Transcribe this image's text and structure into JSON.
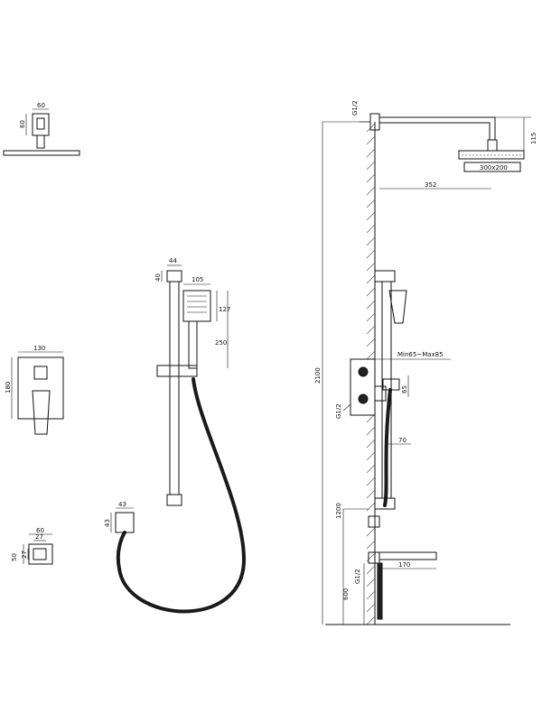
{
  "shower_head_view": {
    "width_label": "60",
    "height_label": "60"
  },
  "slide_bar_view": {
    "top_width_label": "44",
    "top_height_label": "40",
    "handshower_width_label": "105",
    "handshower_head_height_label": "127",
    "handshower_total_height_label": "250"
  },
  "valve_view": {
    "width_label": "130",
    "height_label": "180"
  },
  "outlet_view": {
    "width_label": "43",
    "height_label": "43"
  },
  "spout_view": {
    "outer_width_label": "60",
    "inner_width_label": "27",
    "inner_height_label": "27",
    "outer_height_label": "50"
  },
  "side_view": {
    "thread_top_label": "G1/2",
    "arm_drop_label": "115",
    "head_size_label": "300x200",
    "arm_reach_label": "352",
    "valve_depth_label": "Min65~Max85",
    "valve_offset_label": "65",
    "thread_mid_label": "G1/2",
    "outlet_reach_label": "70",
    "total_height_label": "2100",
    "outlet_height_label": "1200",
    "thread_low_label": "G1/2",
    "spout_reach_label": "170",
    "spout_height_label": "600"
  }
}
